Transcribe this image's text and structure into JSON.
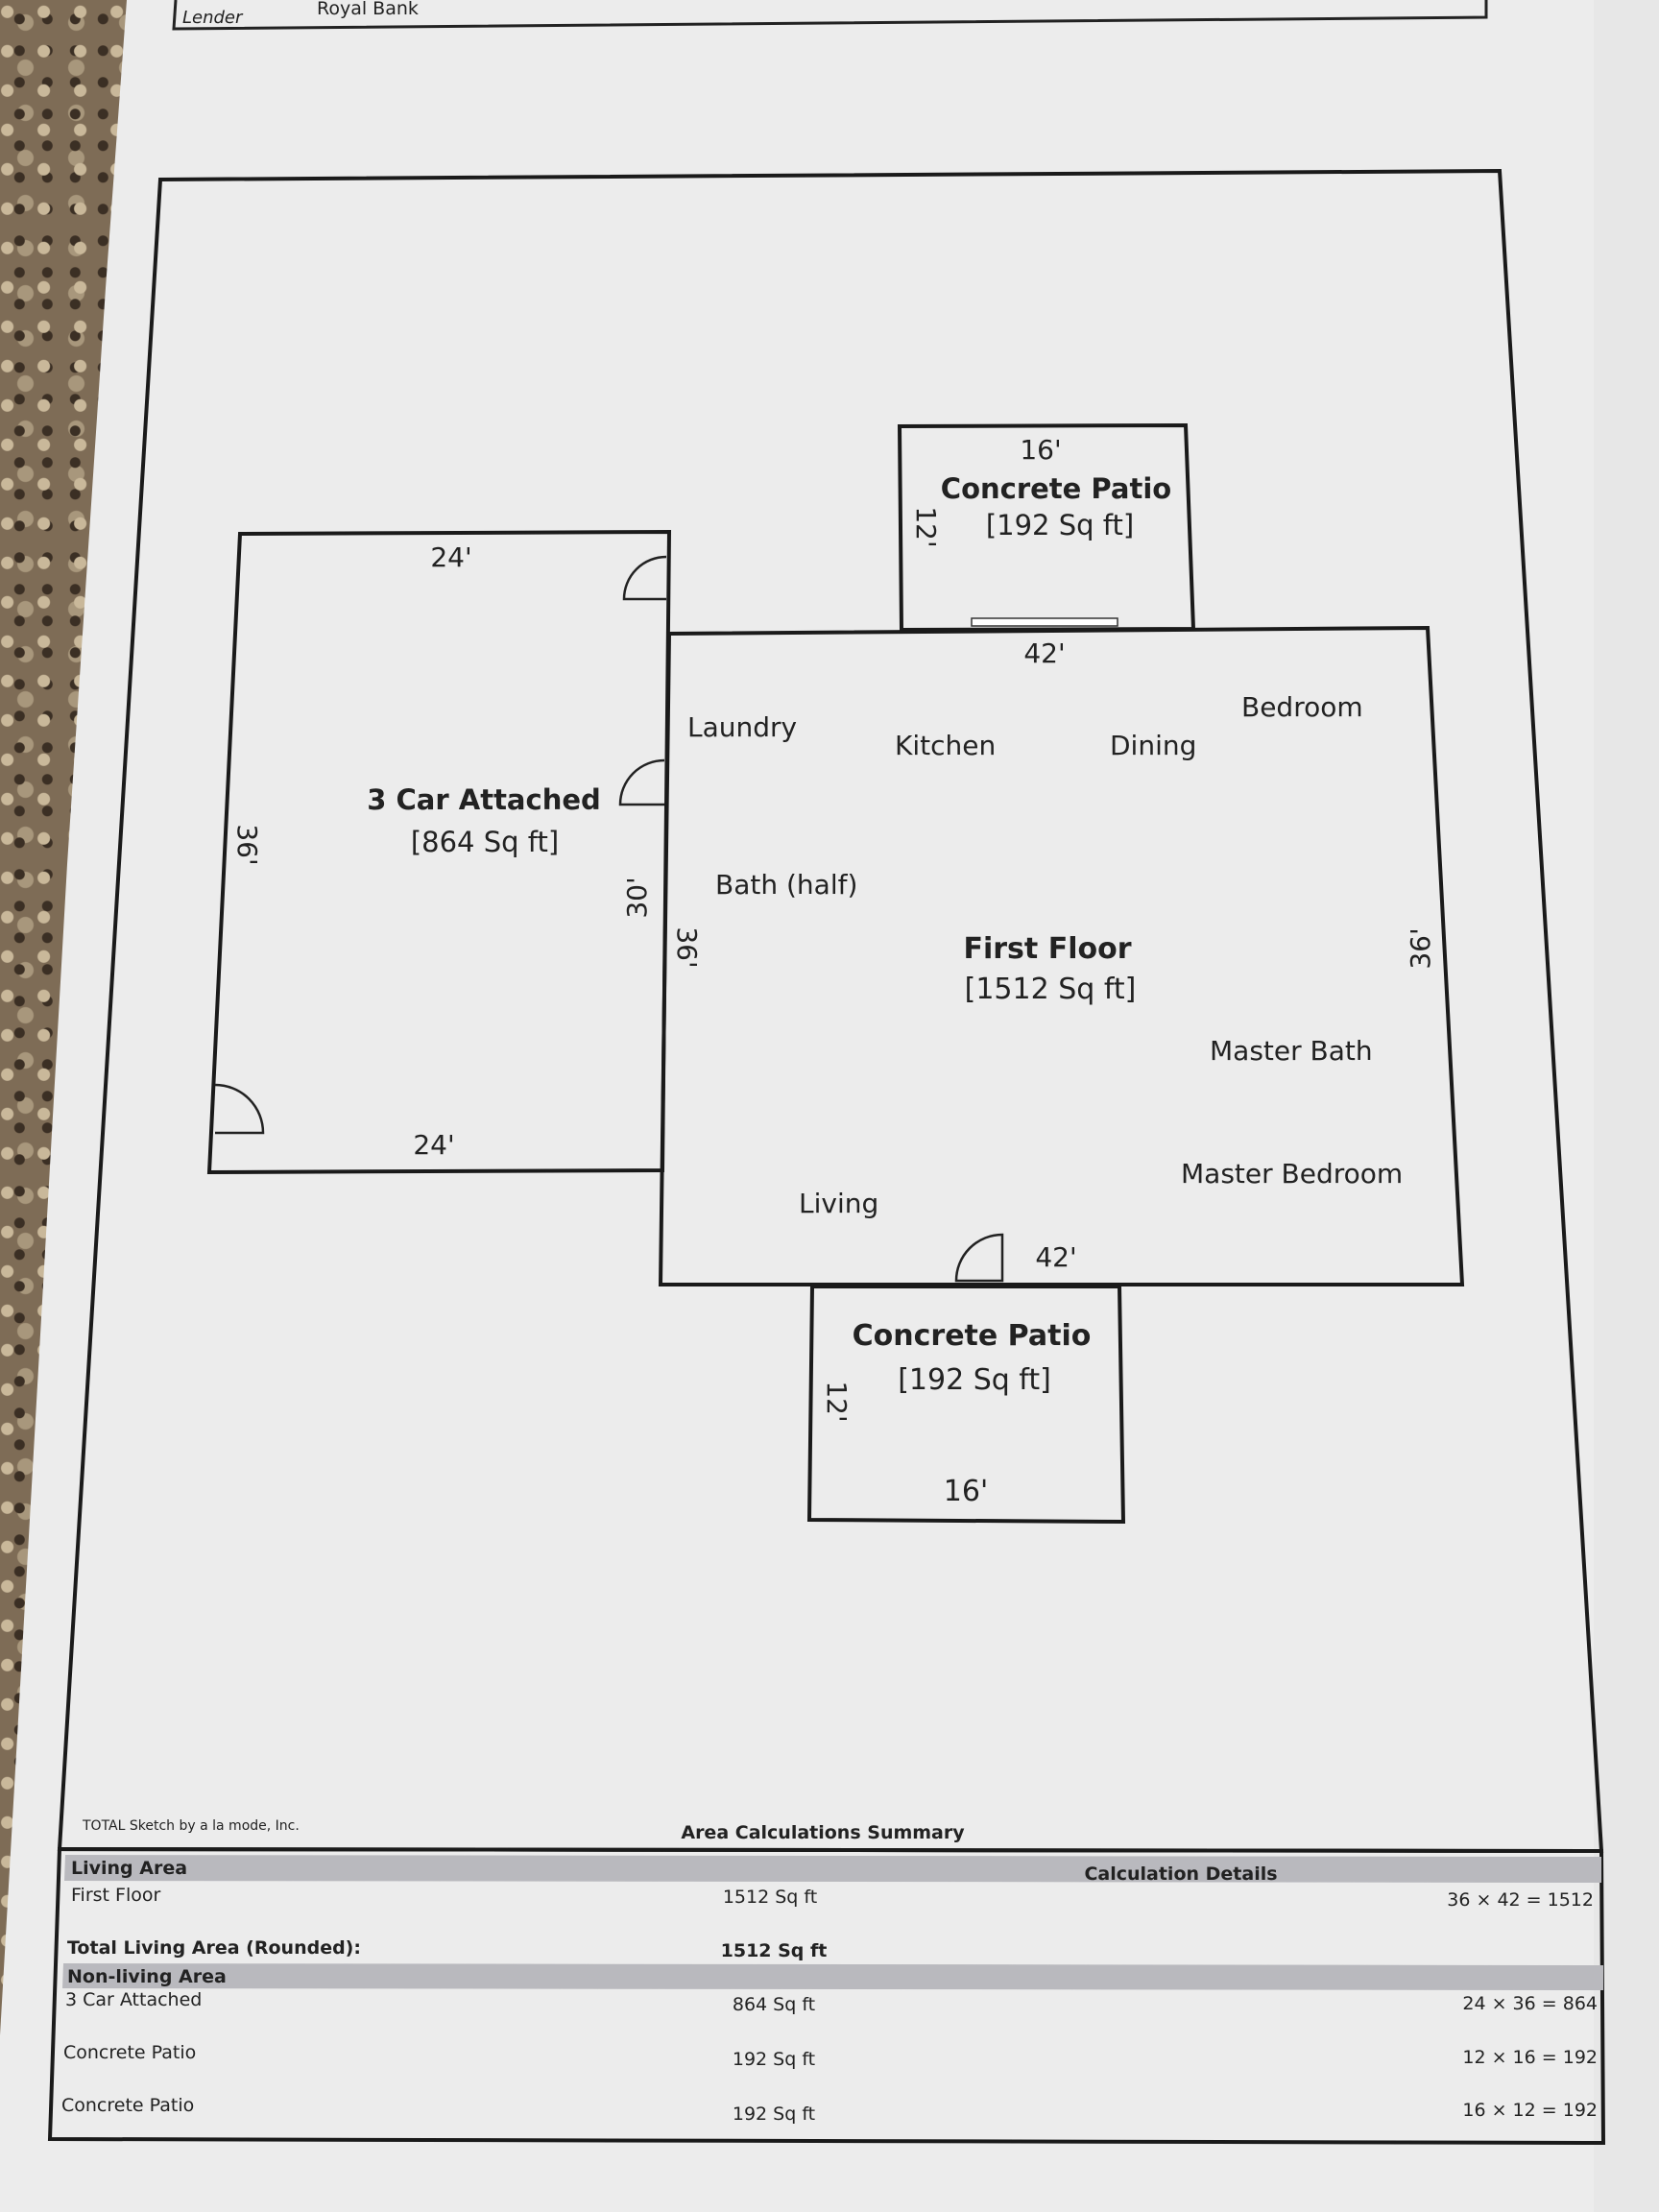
{
  "header": {
    "lender_label": "Lender",
    "lender_value": "Royal Bank"
  },
  "sketch": {
    "garage": {
      "name": "3 Car Attached",
      "area": "[864 Sq ft]",
      "dim_top": "24'",
      "dim_bottom": "24'",
      "dim_left": "36'",
      "dim_right": "30'"
    },
    "first_floor": {
      "name": "First Floor",
      "area": "[1512 Sq ft]",
      "dim_top": "42'",
      "dim_bottom": "42'",
      "dim_left": "36'",
      "dim_right": "36'"
    },
    "patio_top": {
      "name": "Concrete Patio",
      "area": "[192 Sq ft]",
      "dim_top": "16'",
      "dim_left": "12'"
    },
    "patio_bottom": {
      "name": "Concrete Patio",
      "area": "[192 Sq ft]",
      "dim_bottom": "16'",
      "dim_left": "12'"
    },
    "rooms": [
      "Laundry",
      "Kitchen",
      "Dining",
      "Bedroom",
      "Bath (half)",
      "Master Bath",
      "Master Bedroom",
      "Living"
    ]
  },
  "footer": {
    "credit": "TOTAL Sketch by a la mode, Inc.",
    "summary_title": "Area Calculations Summary",
    "details_title": "Calculation Details",
    "living_header": "Living Area",
    "living_rows": [
      {
        "label": "First Floor",
        "area": "1512 Sq ft",
        "calc": "36 × 42  =  1512"
      }
    ],
    "total_label": "Total Living Area (Rounded):",
    "total_value": "1512 Sq ft",
    "nonliving_header": "Non-living Area",
    "nonliving_rows": [
      {
        "label": "3 Car Attached",
        "area": "864 Sq ft",
        "calc": "24 × 36  =     864"
      },
      {
        "label": "Concrete Patio",
        "area": "192 Sq ft",
        "calc": "12 × 16  =     192"
      },
      {
        "label": "Concrete Patio",
        "area": "192 Sq ft",
        "calc": "16 × 12  =     192"
      }
    ]
  }
}
